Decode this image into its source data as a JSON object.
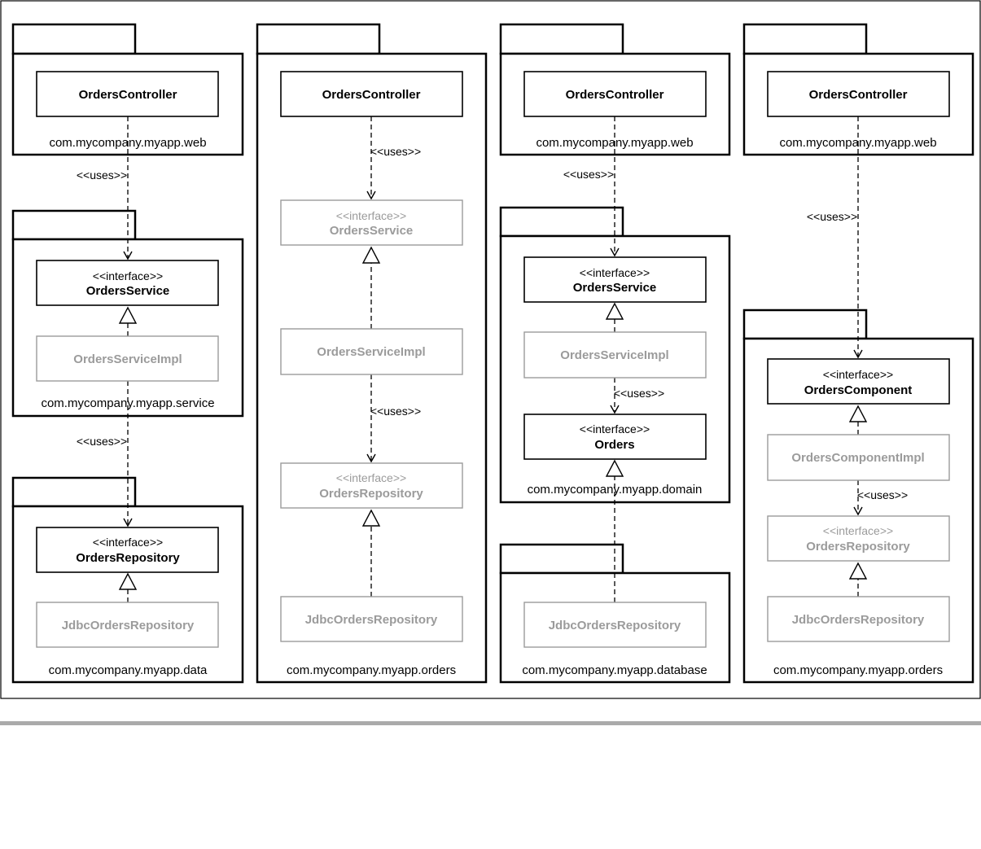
{
  "colors": {
    "strong": "#000000",
    "muted": "#9b9b9b",
    "border": "#000000"
  },
  "columns": [
    {
      "packages": [
        {
          "label": "com.mycompany.myapp.web"
        },
        {
          "label": "com.mycompany.myapp.service"
        },
        {
          "label": "com.mycompany.myapp.data"
        }
      ],
      "boxes": [
        {
          "title": "OrdersController",
          "stereotype": "",
          "style": "strong"
        },
        {
          "title": "OrdersService",
          "stereotype": "<<interface>>",
          "style": "strong"
        },
        {
          "title": "OrdersServiceImpl",
          "stereotype": "",
          "style": "muted"
        },
        {
          "title": "OrdersRepository",
          "stereotype": "<<interface>>",
          "style": "strong"
        },
        {
          "title": "JdbcOrdersRepository",
          "stereotype": "",
          "style": "muted"
        }
      ],
      "uses": [
        "<<uses>>",
        "<<uses>>"
      ]
    },
    {
      "packages": [
        {
          "label": "com.mycompany.myapp.orders"
        }
      ],
      "boxes": [
        {
          "title": "OrdersController",
          "stereotype": "",
          "style": "strong"
        },
        {
          "title": "OrdersService",
          "stereotype": "<<interface>>",
          "style": "muted"
        },
        {
          "title": "OrdersServiceImpl",
          "stereotype": "",
          "style": "muted"
        },
        {
          "title": "OrdersRepository",
          "stereotype": "<<interface>>",
          "style": "muted"
        },
        {
          "title": "JdbcOrdersRepository",
          "stereotype": "",
          "style": "muted"
        }
      ],
      "uses": [
        "<<uses>>",
        "<<uses>>"
      ]
    },
    {
      "packages": [
        {
          "label": "com.mycompany.myapp.web"
        },
        {
          "label": "com.mycompany.myapp.domain"
        },
        {
          "label": "com.mycompany.myapp.database"
        }
      ],
      "boxes": [
        {
          "title": "OrdersController",
          "stereotype": "",
          "style": "strong"
        },
        {
          "title": "OrdersService",
          "stereotype": "<<interface>>",
          "style": "strong"
        },
        {
          "title": "OrdersServiceImpl",
          "stereotype": "",
          "style": "muted"
        },
        {
          "title": "Orders",
          "stereotype": "<<interface>>",
          "style": "strong"
        },
        {
          "title": "JdbcOrdersRepository",
          "stereotype": "",
          "style": "muted"
        }
      ],
      "uses": [
        "<<uses>>",
        "<<uses>>"
      ]
    },
    {
      "packages": [
        {
          "label": "com.mycompany.myapp.web"
        },
        {
          "label": "com.mycompany.myapp.orders"
        }
      ],
      "boxes": [
        {
          "title": "OrdersController",
          "stereotype": "",
          "style": "strong"
        },
        {
          "title": "OrdersComponent",
          "stereotype": "<<interface>>",
          "style": "strong"
        },
        {
          "title": "OrdersComponentImpl",
          "stereotype": "",
          "style": "muted"
        },
        {
          "title": "OrdersRepository",
          "stereotype": "<<interface>>",
          "style": "muted"
        },
        {
          "title": "JdbcOrdersRepository",
          "stereotype": "",
          "style": "muted"
        }
      ],
      "uses": [
        "<<uses>>",
        "<<uses>>"
      ]
    }
  ],
  "footnote": {
    "text": ""
  }
}
